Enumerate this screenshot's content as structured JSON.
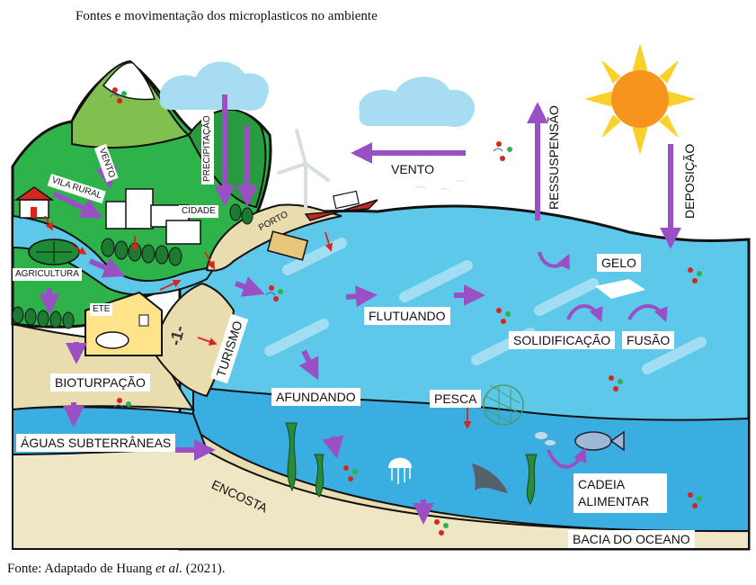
{
  "title": "Fontes e movimentação dos microplasticos no ambiente",
  "footer": {
    "prefix": "Fonte: Adaptado de Huang ",
    "italic": "et al.",
    "suffix": " (2021)."
  },
  "labels": {
    "vento_land": "VENTO",
    "precipitacao": "PRECIPITAÇÃO",
    "vila_rural": "VILA RURAL",
    "cidade": "CIDADE",
    "agricultura": "AGRICULTURA",
    "ete": "ETE",
    "porto": "PORTO",
    "turismo": "TURISMO",
    "bioturpacao": "BIOTURPAÇÃO",
    "aguas_subterraneas": "ÁGUAS SUBTERRÂNEAS",
    "encosta": "ENCOSTA",
    "vento_sea": "VENTO",
    "ressuspensao": "RESSUSPENSÃO",
    "deposicao": "DEPOSIÇÃO",
    "gelo": "GELO",
    "flutuando": "FLUTUANDO",
    "solidificacao": "SOLIDIFICAÇÃO",
    "fusao": "FUSÃO",
    "afundando": "AFUNDANDO",
    "pesca": "PESCA",
    "cadeia_alimentar": "CADEIA ALIMENTAR",
    "bacia_oceano": "BACIA DO OCEANO"
  },
  "colors": {
    "sea": "#5ec8ea",
    "deep_sea": "#3aaee0",
    "land": "#2db34a",
    "sand": "#e9dcae",
    "arrow": "#9a4fc4",
    "sun": "#f7941d",
    "sun_rays": "#f9d12a",
    "cloud": "#a7dcf2"
  }
}
